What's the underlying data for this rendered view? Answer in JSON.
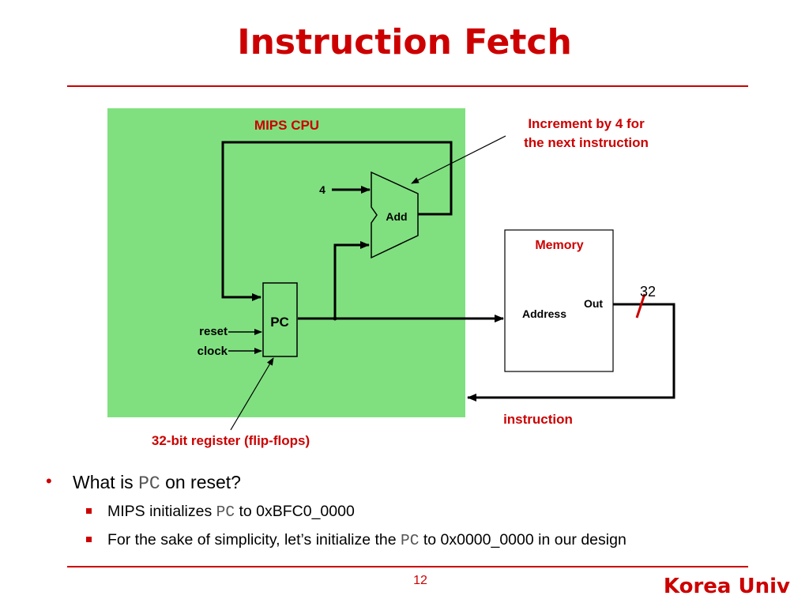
{
  "slide": {
    "title": "Instruction Fetch",
    "page_number": "12",
    "footer_brand": "Korea Univ"
  },
  "diagram": {
    "cpu_label": "MIPS CPU",
    "const_four": "4",
    "adder_label": "Add",
    "pc_label": "PC",
    "reset_label": "reset",
    "clock_label": "clock",
    "memory_label": "Memory",
    "address_label": "Address",
    "out_label": "Out",
    "bus_width": "32",
    "increment_note_line1": "Increment by 4 for",
    "increment_note_line2": "the next instruction",
    "instruction_label": "instruction",
    "register_note": "32-bit register (flip-flops)"
  },
  "bullets": {
    "q_prefix": "What is ",
    "q_code": "PC",
    "q_suffix": " on reset?",
    "sub1_prefix": "MIPS initializes ",
    "sub1_code": "PC",
    "sub1_suffix": " to 0xBFC0_0000",
    "sub2_prefix": "For the sake of simplicity, let’s initialize the ",
    "sub2_code": "PC",
    "sub2_suffix": " to 0x0000_0000 in our design"
  },
  "colors": {
    "accent": "#cc0000",
    "cpu_fill": "#80e080"
  }
}
